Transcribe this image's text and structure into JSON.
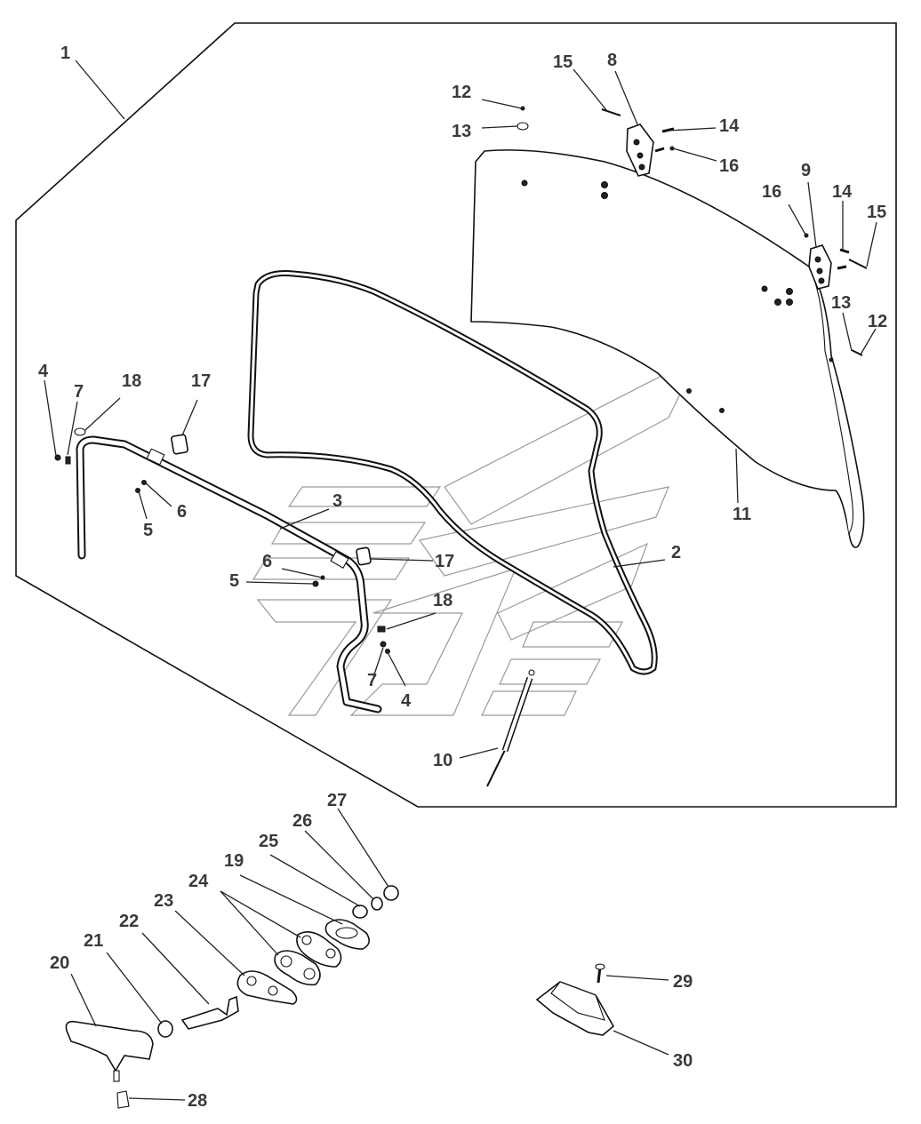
{
  "callouts": [
    {
      "id": "c1",
      "text": "1"
    },
    {
      "id": "c2",
      "text": "2"
    },
    {
      "id": "c3",
      "text": "3"
    },
    {
      "id": "c4a",
      "text": "4"
    },
    {
      "id": "c4b",
      "text": "4"
    },
    {
      "id": "c5a",
      "text": "5"
    },
    {
      "id": "c5b",
      "text": "5"
    },
    {
      "id": "c6a",
      "text": "6"
    },
    {
      "id": "c6b",
      "text": "6"
    },
    {
      "id": "c7a",
      "text": "7"
    },
    {
      "id": "c7b",
      "text": "7"
    },
    {
      "id": "c8",
      "text": "8"
    },
    {
      "id": "c9",
      "text": "9"
    },
    {
      "id": "c10",
      "text": "10"
    },
    {
      "id": "c11",
      "text": "11"
    },
    {
      "id": "c12a",
      "text": "12"
    },
    {
      "id": "c12b",
      "text": "12"
    },
    {
      "id": "c13a",
      "text": "13"
    },
    {
      "id": "c13b",
      "text": "13"
    },
    {
      "id": "c14a",
      "text": "14"
    },
    {
      "id": "c14b",
      "text": "14"
    },
    {
      "id": "c15a",
      "text": "15"
    },
    {
      "id": "c15b",
      "text": "15"
    },
    {
      "id": "c16a",
      "text": "16"
    },
    {
      "id": "c16b",
      "text": "16"
    },
    {
      "id": "c17a",
      "text": "17"
    },
    {
      "id": "c17b",
      "text": "17"
    },
    {
      "id": "c18a",
      "text": "18"
    },
    {
      "id": "c18b",
      "text": "18"
    },
    {
      "id": "c19",
      "text": "19"
    },
    {
      "id": "c20",
      "text": "20"
    },
    {
      "id": "c21",
      "text": "21"
    },
    {
      "id": "c22",
      "text": "22"
    },
    {
      "id": "c23",
      "text": "23"
    },
    {
      "id": "c24",
      "text": "24"
    },
    {
      "id": "c25",
      "text": "25"
    },
    {
      "id": "c26",
      "text": "26"
    },
    {
      "id": "c27",
      "text": "27"
    },
    {
      "id": "c28",
      "text": "28"
    },
    {
      "id": "c29",
      "text": "29"
    },
    {
      "id": "c30",
      "text": "30"
    }
  ]
}
